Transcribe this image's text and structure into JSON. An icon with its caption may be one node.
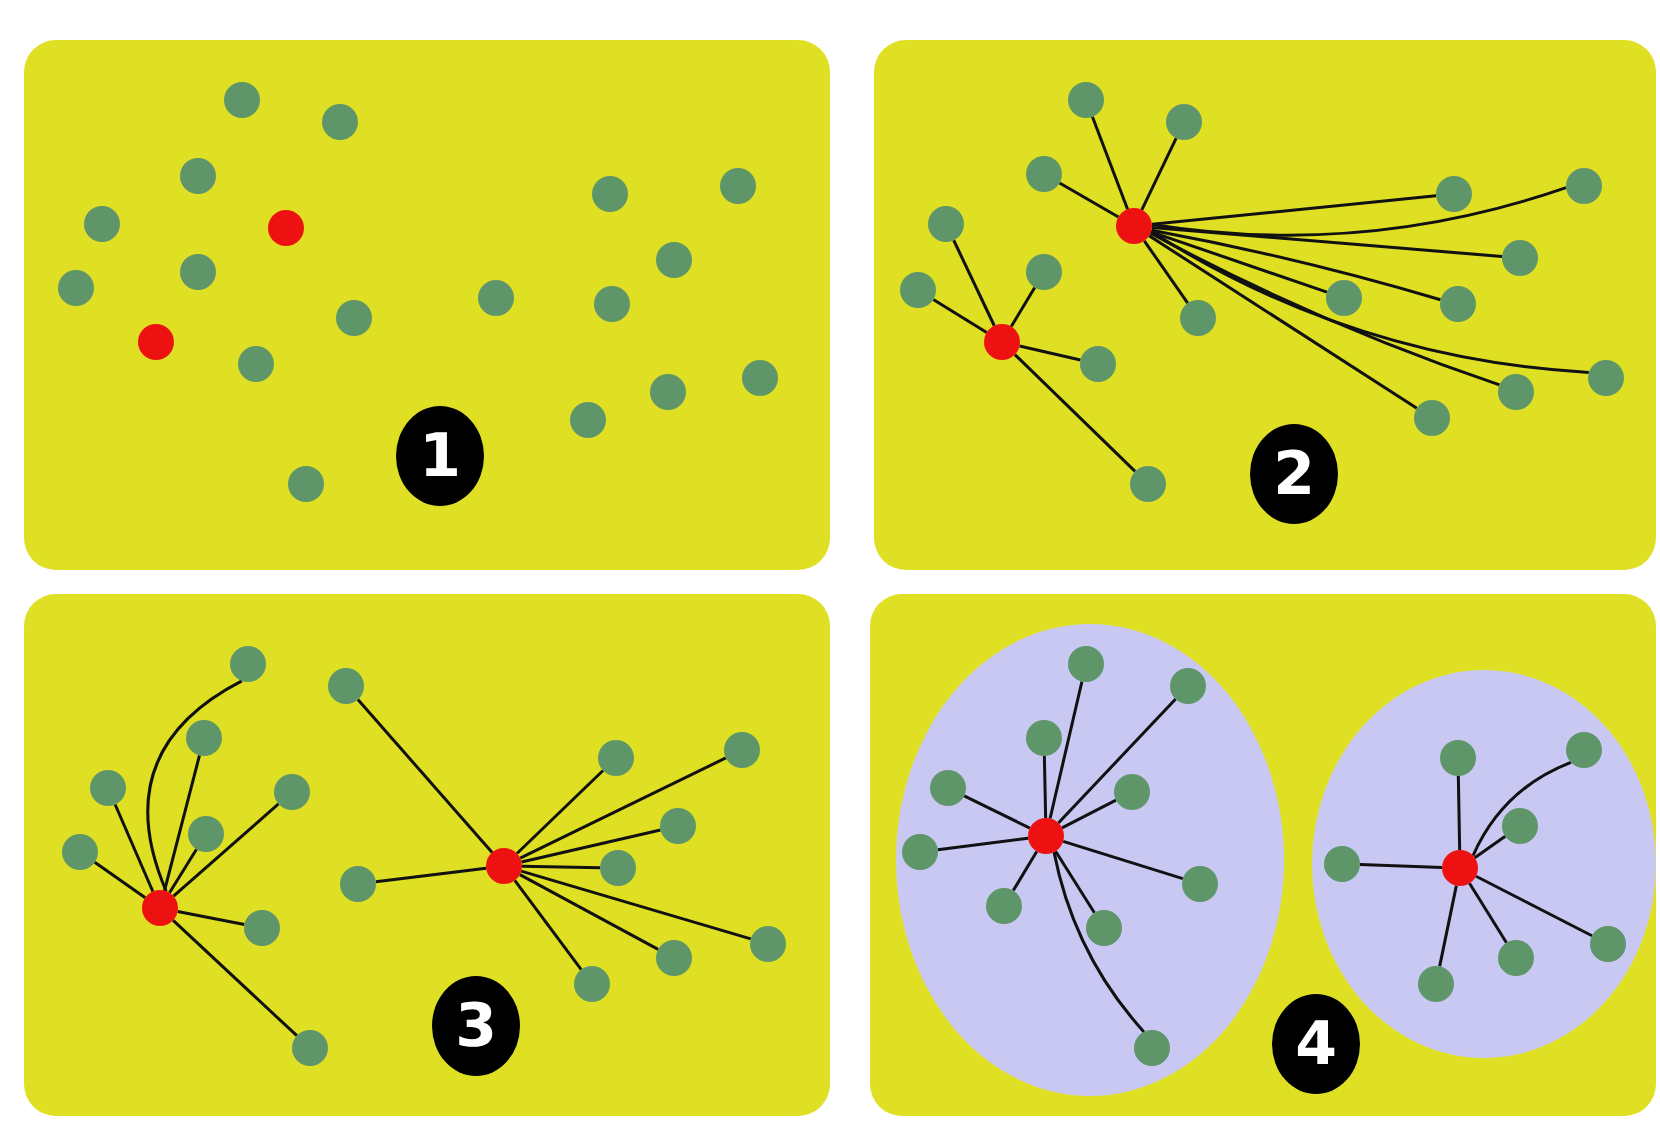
{
  "diagram": {
    "nodes": [
      {
        "text": [],
        "shape": "box"
      },
      {
        "text": [],
        "shape": "circle",
        "in": 0
      },
      {
        "text": [],
        "shape": "circle",
        "in": 0
      },
      {
        "text": [],
        "shape": "circle",
        "in": 0
      },
      {
        "text": [],
        "shape": "circle",
        "in": 0
      },
      {
        "text": [],
        "shape": "circle",
        "in": 0
      },
      {
        "text": [],
        "shape": "circle",
        "in": 0
      },
      {
        "text": [],
        "shape": "circle",
        "in": 0
      },
      {
        "text": [],
        "shape": "circle",
        "in": 0
      },
      {
        "text": [],
        "shape": "circle",
        "in": 0
      },
      {
        "text": [],
        "shape": "circle",
        "in": 0
      },
      {
        "text": [],
        "shape": "circle",
        "in": 0
      },
      {
        "text": [],
        "shape": "circle",
        "in": 0
      },
      {
        "text": [],
        "shape": "circle",
        "in": 0
      },
      {
        "text": [],
        "shape": "circle",
        "in": 0
      },
      {
        "text": [],
        "shape": "circle",
        "in": 0
      },
      {
        "text": [],
        "shape": "circle",
        "in": 0
      },
      {
        "text": [],
        "shape": "circle",
        "in": 0
      },
      {
        "text": [],
        "shape": "circle",
        "in": 0
      },
      {
        "text": [],
        "shape": "circle",
        "in": 0
      },
      {
        "text": [
          "1"
        ],
        "in": 0
      },
      {
        "text": [],
        "shape": "box"
      },
      {
        "text": [],
        "shape": "circle",
        "in": 21
      },
      {
        "text": [],
        "shape": "circle",
        "in": 21
      },
      {
        "text": [],
        "shape": "circle",
        "in": 21
      },
      {
        "text": [],
        "shape": "circle",
        "in": 21
      },
      {
        "text": [],
        "shape": "circle",
        "in": 21
      },
      {
        "text": [],
        "shape": "circle",
        "in": 21
      },
      {
        "text": [],
        "shape": "circle",
        "in": 21
      },
      {
        "text": [],
        "shape": "circle",
        "in": 21
      },
      {
        "text": [],
        "shape": "circle",
        "in": 21
      },
      {
        "text": [],
        "shape": "circle",
        "in": 21
      },
      {
        "text": [],
        "shape": "circle",
        "in": 21
      },
      {
        "text": [],
        "shape": "circle",
        "in": 21
      },
      {
        "text": [],
        "shape": "circle",
        "in": 21
      },
      {
        "text": [],
        "shape": "circle",
        "in": 21
      },
      {
        "text": [],
        "shape": "circle",
        "in": 21
      },
      {
        "text": [],
        "shape": "circle",
        "in": 21
      },
      {
        "text": [],
        "shape": "circle",
        "in": 21
      },
      {
        "text": [],
        "shape": "circle",
        "in": 21
      },
      {
        "text": [],
        "shape": "circle",
        "in": 21
      },
      {
        "text": [
          "2"
        ],
        "in": 21
      },
      {
        "text": [],
        "shape": "box"
      },
      {
        "text": [],
        "shape": "circle",
        "in": 42
      },
      {
        "text": [],
        "shape": "circle",
        "in": 42
      },
      {
        "text": [],
        "shape": "circle",
        "in": 42
      },
      {
        "text": [],
        "shape": "circle",
        "in": 42
      },
      {
        "text": [],
        "shape": "circle",
        "in": 42
      },
      {
        "text": [],
        "shape": "circle",
        "in": 42
      },
      {
        "text": [],
        "shape": "circle",
        "in": 42
      },
      {
        "text": [],
        "shape": "circle",
        "in": 42
      },
      {
        "text": [],
        "shape": "circle",
        "in": 42
      },
      {
        "text": [],
        "shape": "circle",
        "in": 42
      },
      {
        "text": [],
        "shape": "circle",
        "in": 42
      },
      {
        "text": [],
        "shape": "circle",
        "in": 42
      },
      {
        "text": [],
        "shape": "circle",
        "in": 42
      },
      {
        "text": [],
        "shape": "circle",
        "in": 42
      },
      {
        "text": [],
        "shape": "circle",
        "in": 42
      },
      {
        "text": [],
        "shape": "circle",
        "in": 42
      },
      {
        "text": [],
        "shape": "circle",
        "in": 42
      },
      {
        "text": [],
        "shape": "circle",
        "in": 42
      },
      {
        "text": [],
        "shape": "circle",
        "in": 42
      },
      {
        "text": [
          "3"
        ],
        "in": 42
      },
      {
        "text": [],
        "shape": "box"
      },
      {
        "text": [],
        "shape": "ellipse",
        "in": 63
      },
      {
        "text": [],
        "shape": "circle",
        "in": 64
      },
      {
        "text": [],
        "shape": "circle",
        "in": 64
      },
      {
        "text": [],
        "shape": "circle",
        "in": 64
      },
      {
        "text": [],
        "shape": "circle",
        "in": 64
      },
      {
        "text": [],
        "shape": "circle",
        "in": 64
      },
      {
        "text": [],
        "shape": "circle",
        "in": 64
      },
      {
        "text": [],
        "shape": "circle",
        "in": 64
      },
      {
        "text": [],
        "shape": "circle",
        "in": 64
      },
      {
        "text": [],
        "shape": "circle",
        "in": 64
      },
      {
        "text": [],
        "shape": "circle",
        "in": 64
      },
      {
        "text": [],
        "shape": "circle",
        "in": 64
      },
      {
        "text": [],
        "shape": "ellipse",
        "in": 63
      },
      {
        "text": [],
        "shape": "circle",
        "in": 76
      },
      {
        "text": [],
        "shape": "circle",
        "in": 76
      },
      {
        "text": [],
        "shape": "circle",
        "in": 76
      },
      {
        "text": [],
        "shape": "circle",
        "in": 76
      },
      {
        "text": [],
        "shape": "circle",
        "in": 76
      },
      {
        "text": [],
        "shape": "circle",
        "in": 76
      },
      {
        "text": [],
        "shape": "circle",
        "in": 76
      },
      {
        "text": [],
        "shape": "circle",
        "in": 76
      },
      {
        "text": [
          "4"
        ],
        "in": 63
      }
    ],
    "edges": [
      {
        "from": 22,
        "to": 24,
        "arrow": "none"
      },
      {
        "from": 22,
        "to": 25,
        "arrow": "none"
      },
      {
        "from": 22,
        "to": 26,
        "arrow": "none"
      },
      {
        "from": 22,
        "to": 32,
        "arrow": "none"
      },
      {
        "from": 22,
        "to": 33,
        "arrow": "none"
      },
      {
        "from": 22,
        "to": 34,
        "arrow": "none"
      },
      {
        "from": 22,
        "to": 35,
        "arrow": "none"
      },
      {
        "from": 22,
        "to": 36,
        "arrow": "none"
      },
      {
        "from": 22,
        "to": 37,
        "arrow": "none"
      },
      {
        "from": 22,
        "to": 38,
        "arrow": "none"
      },
      {
        "from": 22,
        "to": 39,
        "arrow": "none"
      },
      {
        "from": 22,
        "to": 40,
        "arrow": "none"
      },
      {
        "from": 23,
        "to": 27,
        "arrow": "none"
      },
      {
        "from": 23,
        "to": 28,
        "arrow": "none"
      },
      {
        "from": 23,
        "to": 29,
        "arrow": "none"
      },
      {
        "from": 23,
        "to": 30,
        "arrow": "none"
      },
      {
        "from": 23,
        "to": 31,
        "arrow": "none"
      },
      {
        "from": 43,
        "to": 45,
        "arrow": "none"
      },
      {
        "from": 43,
        "to": 46,
        "arrow": "none"
      },
      {
        "from": 43,
        "to": 47,
        "arrow": "none"
      },
      {
        "from": 43,
        "to": 48,
        "arrow": "none"
      },
      {
        "from": 43,
        "to": 49,
        "arrow": "none"
      },
      {
        "from": 43,
        "to": 50,
        "arrow": "none"
      },
      {
        "from": 43,
        "to": 51,
        "arrow": "none"
      },
      {
        "from": 43,
        "to": 52,
        "arrow": "none"
      },
      {
        "from": 44,
        "to": 53,
        "arrow": "none"
      },
      {
        "from": 44,
        "to": 54,
        "arrow": "none"
      },
      {
        "from": 44,
        "to": 55,
        "arrow": "none"
      },
      {
        "from": 44,
        "to": 56,
        "arrow": "none"
      },
      {
        "from": 44,
        "to": 57,
        "arrow": "none"
      },
      {
        "from": 44,
        "to": 58,
        "arrow": "none"
      },
      {
        "from": 44,
        "to": 59,
        "arrow": "none"
      },
      {
        "from": 44,
        "to": 60,
        "arrow": "none"
      },
      {
        "from": 44,
        "to": 61,
        "arrow": "none"
      },
      {
        "from": 65,
        "to": 66,
        "arrow": "none"
      },
      {
        "from": 65,
        "to": 67,
        "arrow": "none"
      },
      {
        "from": 65,
        "to": 68,
        "arrow": "none"
      },
      {
        "from": 65,
        "to": 69,
        "arrow": "none"
      },
      {
        "from": 65,
        "to": 70,
        "arrow": "none"
      },
      {
        "from": 65,
        "to": 71,
        "arrow": "none"
      },
      {
        "from": 65,
        "to": 72,
        "arrow": "none"
      },
      {
        "from": 65,
        "to": 73,
        "arrow": "none"
      },
      {
        "from": 65,
        "to": 74,
        "arrow": "none"
      },
      {
        "from": 65,
        "to": 75,
        "arrow": "none"
      },
      {
        "from": 77,
        "to": 78,
        "arrow": "none"
      },
      {
        "from": 77,
        "to": 79,
        "arrow": "none"
      },
      {
        "from": 77,
        "to": 80,
        "arrow": "none"
      },
      {
        "from": 77,
        "to": 81,
        "arrow": "none"
      },
      {
        "from": 77,
        "to": 82,
        "arrow": "none"
      },
      {
        "from": 77,
        "to": 83,
        "arrow": "none"
      },
      {
        "from": 77,
        "to": 84,
        "arrow": "none"
      }
    ]
  }
}
